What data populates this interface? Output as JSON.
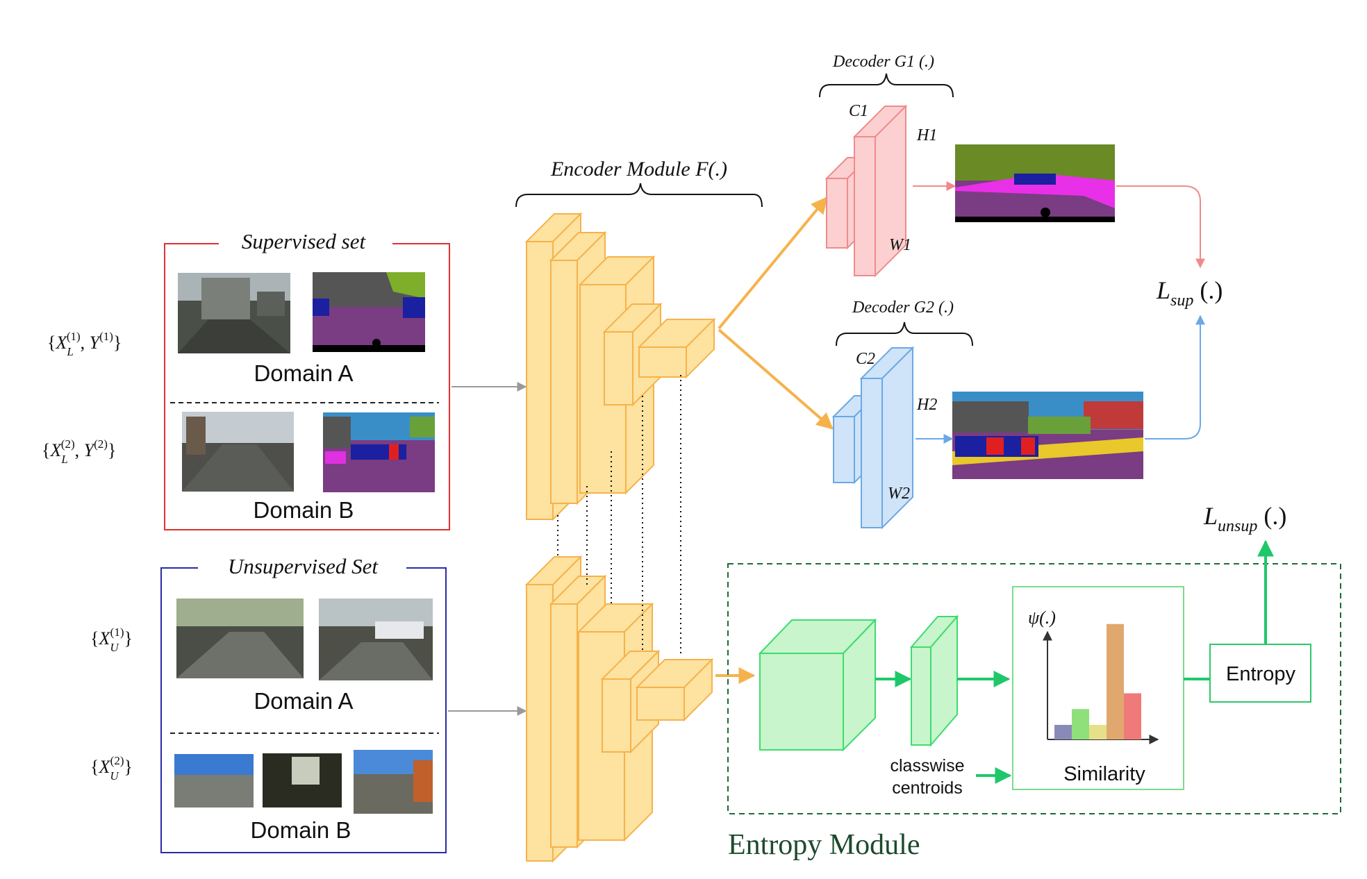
{
  "supervised_panel": {
    "title": "Supervised set",
    "domain_a_label": "Domain A",
    "domain_b_label": "Domain B",
    "set_a_label": "{X_L^{(1)}, Y^{(1)}}",
    "set_b_label": "{X_L^{(2)}, Y^{(2)}}"
  },
  "unsupervised_panel": {
    "title": "Unsupervised Set",
    "domain_a_label": "Domain A",
    "domain_b_label": "Domain B",
    "set_a_label": "{X_U^{(1)}}",
    "set_b_label": "{X_U^{(2)}}"
  },
  "encoder": {
    "label": "Encoder  Module  F(.)"
  },
  "decoder1": {
    "label": "Decoder  G1 (.)",
    "c_label": "C1",
    "h_label": "H1",
    "w_label": "W1"
  },
  "decoder2": {
    "label": "Decoder  G2 (.)",
    "c_label": "C2",
    "h_label": "H2",
    "w_label": "W2"
  },
  "losses": {
    "sup": "L_sup  (.)",
    "unsup": "L_unsup  (.)"
  },
  "entropy_module": {
    "title": "Entropy Module",
    "centroids_label": "classwise centroids",
    "similarity_label": "Similarity",
    "psi_label": "ψ(.)",
    "entropy_label": "Entropy",
    "histogram_values": [
      0.12,
      0.25,
      0.12,
      0.95,
      0.38
    ],
    "histogram_colors": [
      "#8a8ab8",
      "#8fe07a",
      "#e6e08a",
      "#e0a86e",
      "#f07a7a"
    ]
  },
  "colors": {
    "supervised_border": "#e03030",
    "unsupervised_border": "#2a2aa8",
    "encoder": "#f6b24a",
    "decoder1": "#f08a8a",
    "decoder2": "#6aa8e6",
    "entropy": "#1ec86a",
    "entropy_title": "#1c4a2c"
  }
}
